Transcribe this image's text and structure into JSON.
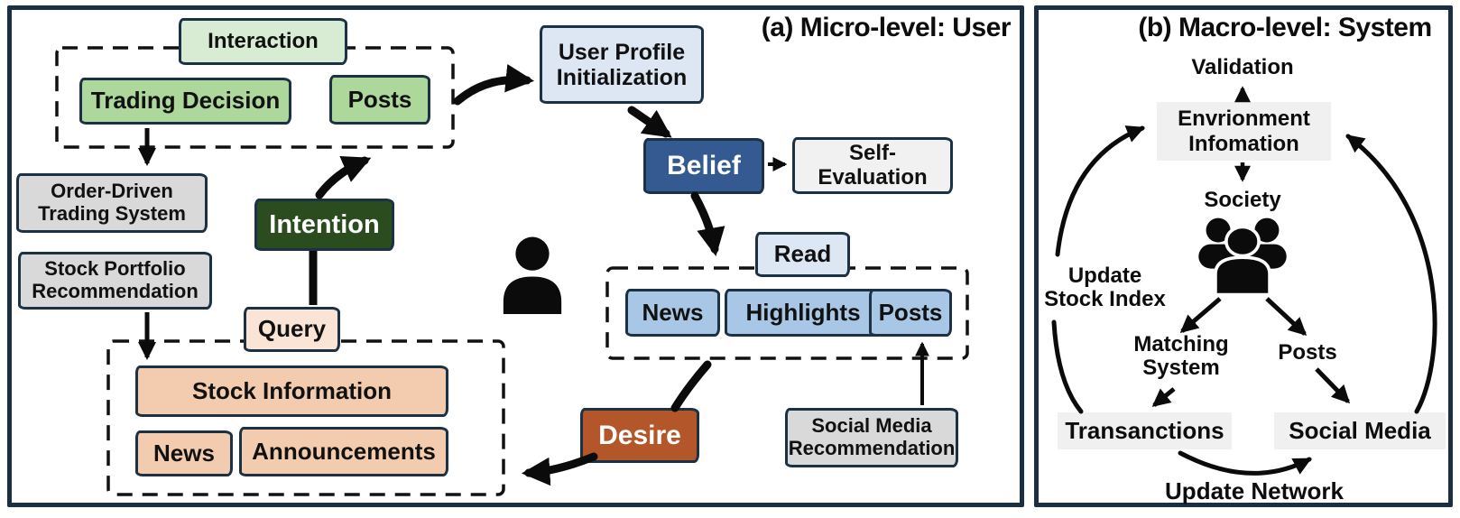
{
  "palette": {
    "panel_border": "#1c2e42",
    "box_border": "#1d3144",
    "light_green": "#d8ebd3",
    "green": "#add79b",
    "dark_green": "#2b4c1e",
    "gray": "#d9d9d9",
    "light_gray": "#f1f1f1",
    "cream": "#f9e4d6",
    "peach": "#f3cbae",
    "pale_blue": "#dde7f4",
    "blue": "#a8c6e5",
    "dark_blue": "#345a91",
    "rust": "#b3562a",
    "arrow_black": "#0b0b0b"
  },
  "icons": {
    "user": "person-silhouette",
    "society": "people-group-silhouette"
  },
  "panel_a": {
    "title": "(a) Micro-level: User",
    "interaction": "Interaction",
    "trading_decision": "Trading Decision",
    "posts_interaction": "Posts",
    "order_driven": "Order-Driven Trading System",
    "stock_portfolio": "Stock Portfolio Recommendation",
    "intention": "Intention",
    "query": "Query",
    "stock_information": "Stock Information",
    "news_query": "News",
    "announcements": "Announcements",
    "user_profile": "User Profile Initialization",
    "belief": "Belief",
    "self_evaluation": "Self-Evaluation",
    "read": "Read",
    "news_read": "News",
    "highlights": "Highlights",
    "posts_read": "Posts",
    "desire": "Desire",
    "social_media_rec": "Social Media Recommendation"
  },
  "panel_b": {
    "title": "(b) Macro-level: System",
    "validation": "Validation",
    "environment_information": "Envrionment Infomation",
    "society": "Society",
    "update_stock_index": "Update Stock Index",
    "matching_system": "Matching System",
    "posts": "Posts",
    "transactions": "Transanctions",
    "social_media": "Social Media",
    "update_network": "Update Network"
  }
}
